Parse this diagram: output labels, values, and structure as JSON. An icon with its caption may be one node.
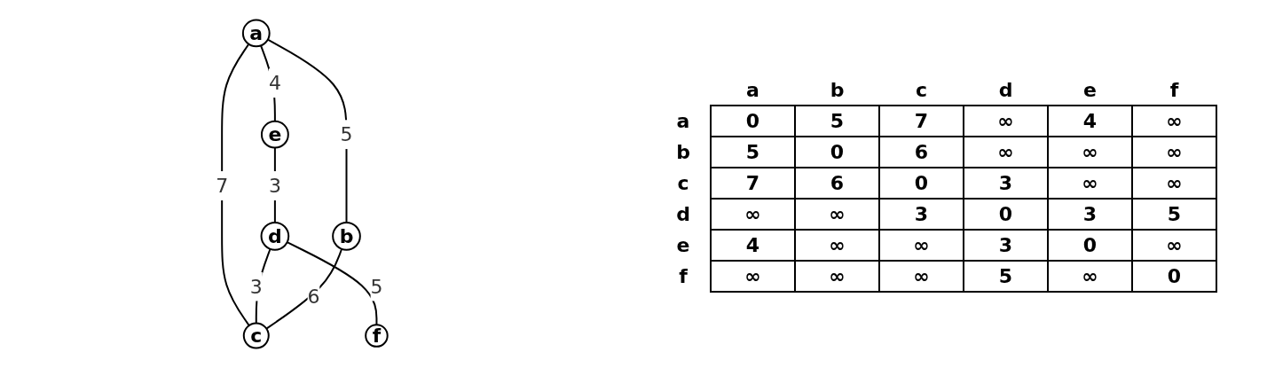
{
  "diagram": {
    "nodes": [
      {
        "text": [
          "e"
        ]
      },
      {
        "text": [
          "a"
        ]
      },
      {
        "text": [
          "d"
        ]
      },
      {
        "text": [
          "b"
        ]
      },
      {
        "text": [
          "f"
        ]
      },
      {
        "text": [
          "c"
        ]
      }
    ],
    "edges": [
      {
        "from": 1,
        "to": 0,
        "arrow": "none",
        "label": "4"
      },
      {
        "from": 0,
        "to": 2,
        "arrow": "none",
        "label": "3"
      },
      {
        "from": 1,
        "to": 3,
        "arrow": "none",
        "label": "5"
      },
      {
        "from": 1,
        "to": 5,
        "arrow": "none",
        "label": "7"
      },
      {
        "from": 2,
        "to": 5,
        "arrow": "none",
        "label": "3"
      },
      {
        "from": 2,
        "to": 4,
        "arrow": "none",
        "label": "5"
      },
      {
        "from": 3,
        "to": 5,
        "arrow": "none",
        "label": "6"
      }
    ],
    "labels": [
      "a",
      "b",
      "c",
      "d",
      "e",
      "f",
      "a",
      "0",
      "5",
      "7",
      "∞",
      "4",
      "∞",
      "b",
      "5",
      "0",
      "6",
      "∞",
      "∞",
      "∞",
      "c",
      "7",
      "6",
      "0",
      "3",
      "∞",
      "∞",
      "d",
      "∞",
      "∞",
      "3",
      "0",
      "3",
      "5",
      "e",
      "4",
      "∞",
      "∞",
      "3",
      "0",
      "∞",
      "f",
      "∞",
      "∞",
      "∞",
      "5",
      "∞",
      "0"
    ]
  }
}
